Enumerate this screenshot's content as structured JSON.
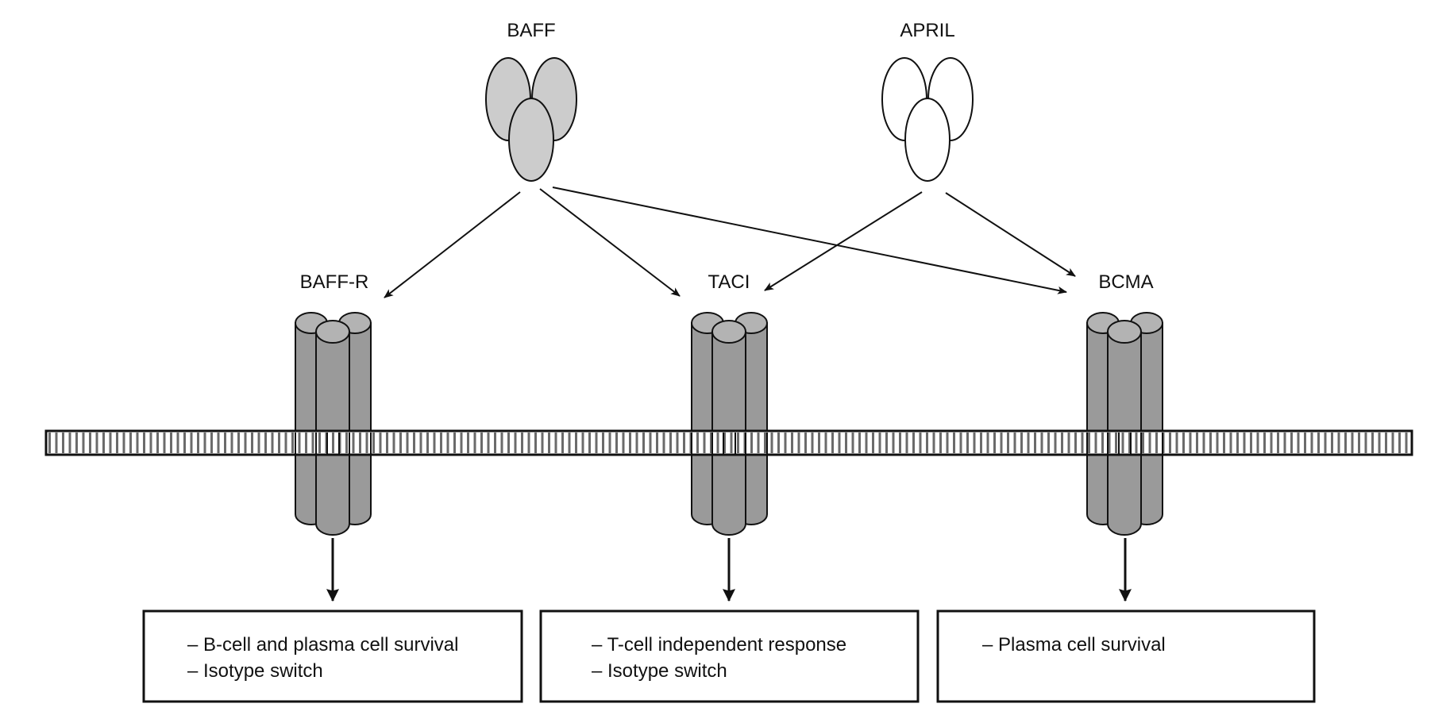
{
  "ligands": [
    {
      "id": "baff",
      "label": "BAFF",
      "fill": "#cccccc"
    },
    {
      "id": "april",
      "label": "APRIL",
      "fill": "#ffffff"
    }
  ],
  "receptors": [
    {
      "id": "baff-r",
      "label": "BAFF-R"
    },
    {
      "id": "taci",
      "label": "TACI"
    },
    {
      "id": "bcma",
      "label": "BCMA"
    }
  ],
  "bindings": [
    {
      "from": "BAFF",
      "to": "BAFF-R"
    },
    {
      "from": "BAFF",
      "to": "TACI"
    },
    {
      "from": "BAFF",
      "to": "BCMA"
    },
    {
      "from": "APRIL",
      "to": "TACI"
    },
    {
      "from": "APRIL",
      "to": "BCMA"
    }
  ],
  "outcomes": [
    {
      "receptor": "BAFF-R",
      "lines": [
        "– B-cell and plasma cell survival",
        "– Isotype switch"
      ]
    },
    {
      "receptor": "TACI",
      "lines": [
        "– T-cell independent response",
        "– Isotype switch"
      ]
    },
    {
      "receptor": "BCMA",
      "lines": [
        "– Plasma cell survival"
      ]
    }
  ],
  "colors": {
    "receptor_body": "#9a9a9a",
    "receptor_top": "#b3b3b3",
    "membrane_stripe": "#6b6b6b",
    "line": "#111111"
  }
}
